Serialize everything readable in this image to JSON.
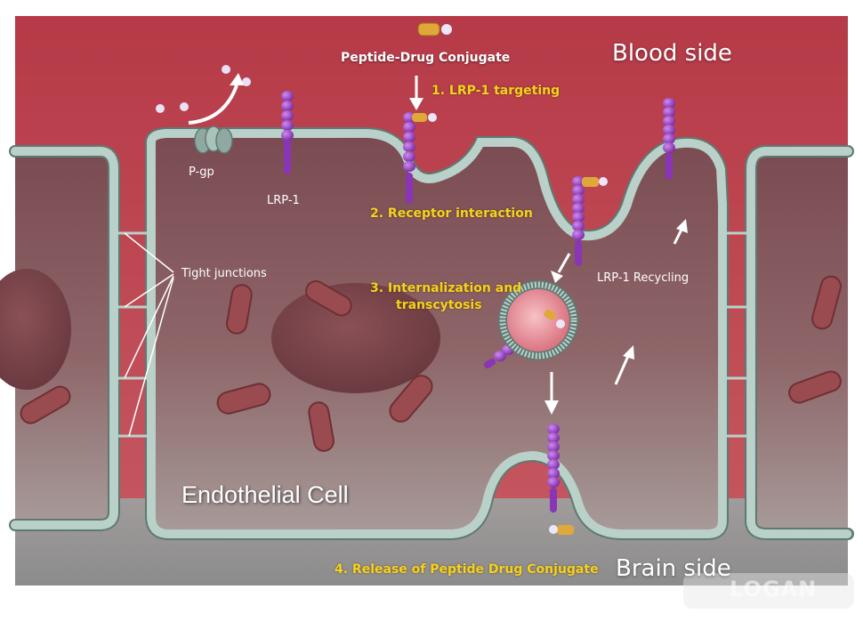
{
  "sides": {
    "blood": "Blood side",
    "brain": "Brain side"
  },
  "molecule_label": "Peptide-Drug Conjugate",
  "structures": {
    "pgp": "P-gp",
    "lrp1": "LRP-1",
    "tight_junctions": "Tight junctions",
    "recycling": "LRP-1 Recycling",
    "cell": "Endothelial Cell"
  },
  "steps": [
    {
      "text": "1. LRP-1 targeting"
    },
    {
      "text": "2. Receptor interaction"
    },
    {
      "text": "3. Internalization and"
    },
    {
      "text": "transcytosis"
    },
    {
      "text": "4. Release of Peptide Drug Conjugate"
    }
  ],
  "watermark": "LOGAN",
  "colors": {
    "blood": "#b8434f",
    "cytoplasm": "#83585c",
    "brain": "#9e9e9e",
    "membrane": "#a8c3bb",
    "receptor": "#9b3fc4",
    "conjugate": "#e0a83a",
    "step_text": "#f3d320"
  }
}
